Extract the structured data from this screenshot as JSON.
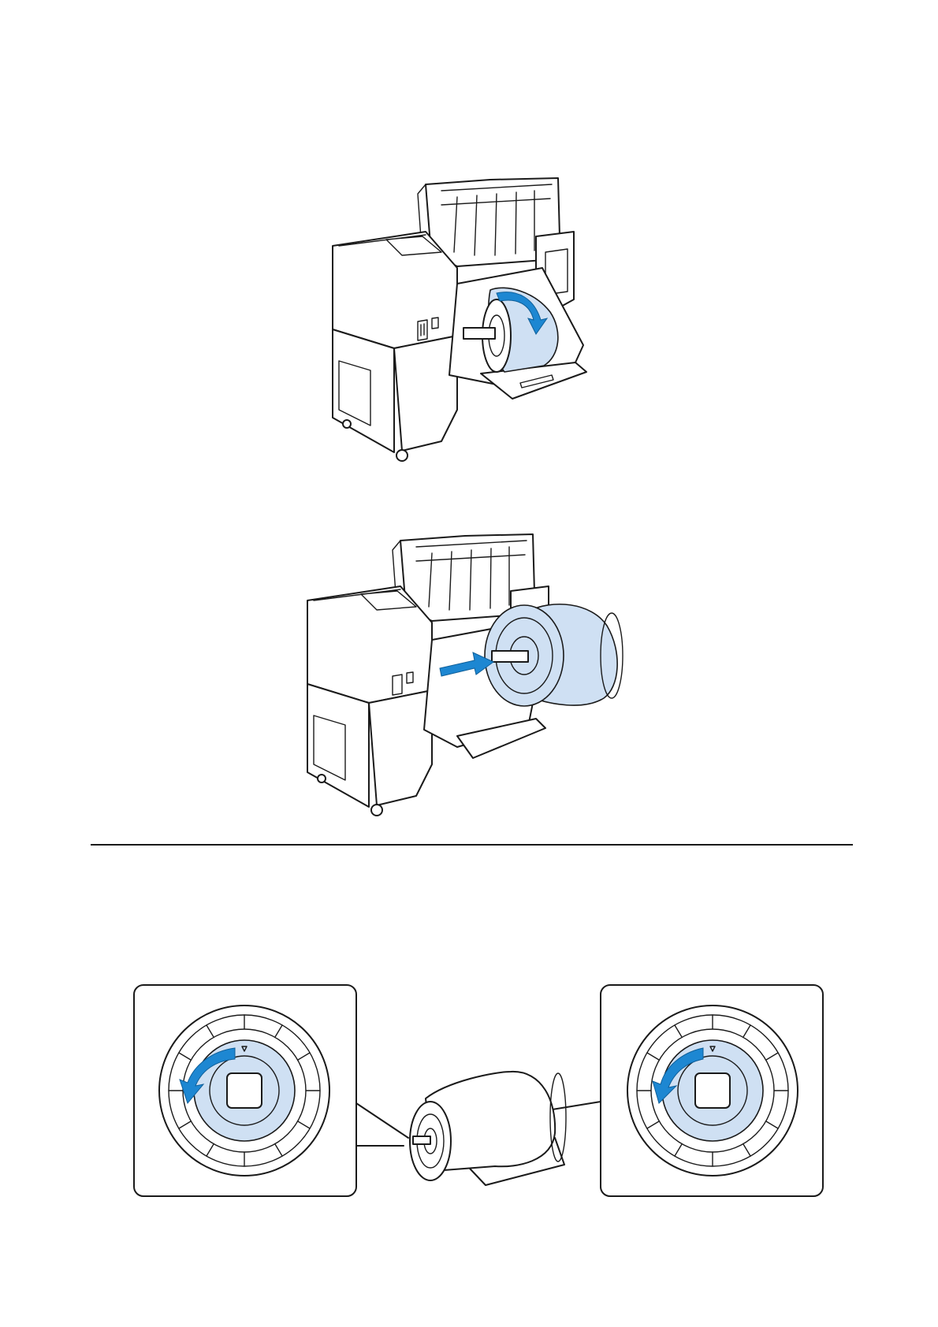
{
  "document": {
    "figures": [
      {
        "id": "fig-rotate-roll",
        "icon": "printer-roll-rotate-illustration"
      },
      {
        "id": "fig-insert-roll",
        "icon": "printer-roll-insert-illustration"
      },
      {
        "id": "fig-spindle-detail",
        "icon": "roll-spindle-flange-detail-illustration"
      }
    ]
  },
  "colors": {
    "roll_fill": "#cfe0f3",
    "arrow": "#1d87d2",
    "line": "#1a1a1a",
    "background": "#ffffff"
  }
}
